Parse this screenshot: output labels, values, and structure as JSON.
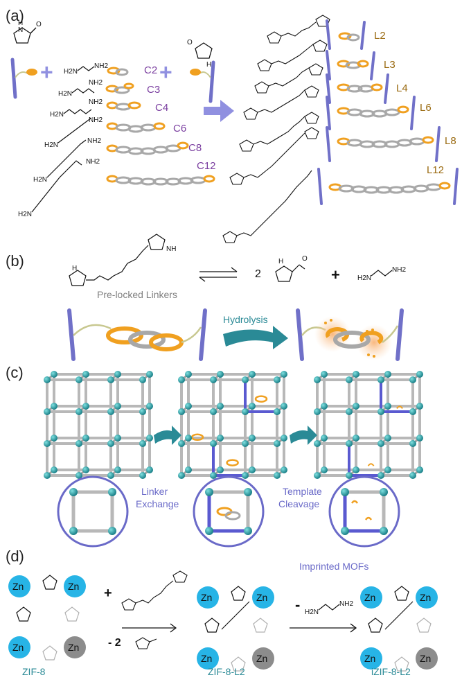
{
  "panels": {
    "a": "(a)",
    "b": "(b)",
    "c": "(c)",
    "d": "(d)"
  },
  "panel_a": {
    "chain_labels": [
      "C2",
      "C3",
      "C4",
      "C6",
      "C8",
      "C12"
    ],
    "linker_labels": [
      "L2",
      "L3",
      "L4",
      "L6",
      "L8",
      "L12"
    ],
    "nh2": "NH2",
    "h2n": "H2N",
    "nh": "NH",
    "n": "N",
    "h": "H",
    "o": "O"
  },
  "panel_b": {
    "coef": "2",
    "plus": "+",
    "prelocked": "Pre-locked Linkers",
    "hydrolysis": "Hydrolysis"
  },
  "panel_c": {
    "linker_exchange": [
      "Linker",
      "Exchange"
    ],
    "template_cleavage": [
      "Template",
      "Cleavage"
    ],
    "imprinted": "Imprinted MOFs"
  },
  "panel_d": {
    "zn": "Zn",
    "plus": "+",
    "minus": "-",
    "minus2": "- 2",
    "names": [
      "ZIF-8",
      "ZIF-8-L2",
      "iZIF-8-L2"
    ]
  },
  "colors": {
    "teal": "#2a8a96",
    "purple": "#7b3fa0",
    "gold": "#9a6a10",
    "zn_blue": "#27b4e6",
    "zn_gray": "#8c8c8c",
    "frame_blue": "#5a5ad0"
  }
}
